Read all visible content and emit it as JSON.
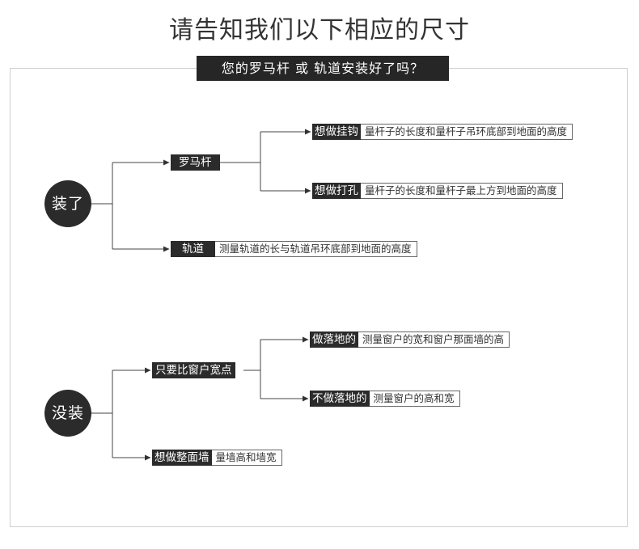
{
  "header": {
    "title": "请告知我们以下相应的尺寸",
    "subtitle": "您的罗马杆 或 轨道安装好了吗？"
  },
  "installed": {
    "label": "装了",
    "roman_rod": {
      "label": "罗马杆",
      "hanging_hook": {
        "label": "想做挂钩",
        "desc": "量杆子的长度和量杆子吊环底部到地面的高度"
      },
      "punch_hole": {
        "label": "想做打孔",
        "desc": "量杆子的长度和量杆子最上方到地面的高度"
      }
    },
    "track": {
      "label": "轨道",
      "desc": "测量轨道的长与轨道吊环底部到地面的高度"
    }
  },
  "not_installed": {
    "label": "没装",
    "wider_than_window": {
      "label": "只要比窗户宽点",
      "floor_length": {
        "label": "做落地的",
        "desc": "测量窗户的宽和窗户那面墙的高"
      },
      "not_floor_length": {
        "label": "不做落地的",
        "desc": "测量窗户的高和宽"
      }
    },
    "whole_wall": {
      "label": "想做整面墙",
      "desc": "量墙高和墙宽"
    }
  }
}
